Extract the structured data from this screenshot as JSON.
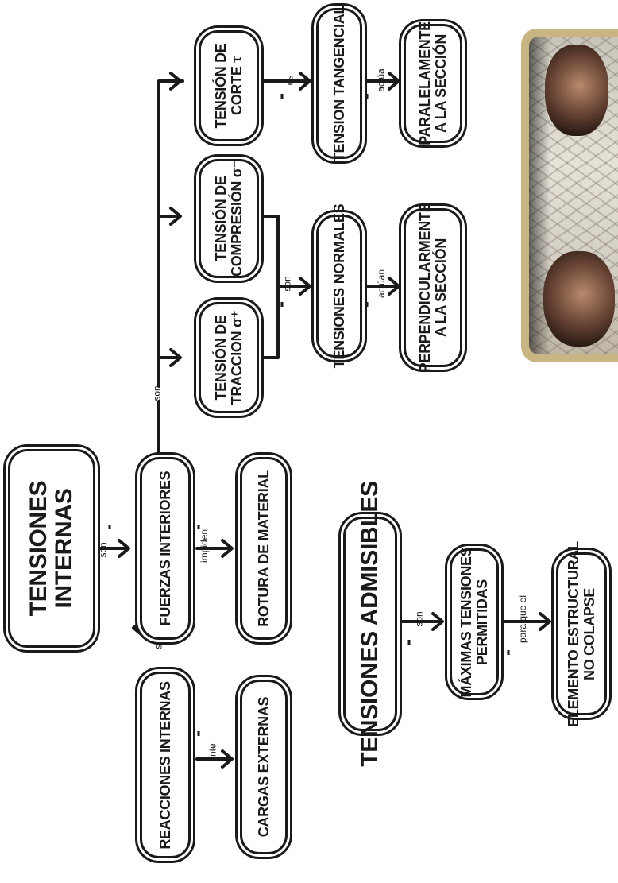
{
  "nodes": {
    "tensiones_internas": "TENSIONES\nINTERNAS",
    "fuerzas_interiores": "FUERZAS INTERIORES",
    "reacciones_internas": "REACCIONES INTERNAS",
    "cargas_externas": "CARGAS EXTERNAS",
    "rotura_material": "ROTURA DE MATERIAL",
    "traccion": "TENSIÓN DE\nTRACCION σ⁺",
    "compresion": "TENSIÓN DE\nCOMPRESIÓN σ⁻",
    "corte": "TENSIÓN DE\nCORTE τ",
    "tensiones_normales": "TENSIONES NORMALES",
    "tension_tangencial": "TENSION TANGENCIAL",
    "perpendicular": "PERPENDICULARMENTE\nA LA SECCIÓN",
    "paralela": "PARALELAMENTE\nA LA SECCIÓN",
    "tensiones_admisibles": "TENSIONES ADMISIBLES",
    "maximas": "MÁXIMAS TENSIONES\nPERMITIDAS",
    "elemento": "ELEMENTO ESTRUCTURAL\nNO COLAPSE"
  },
  "links": {
    "son_1": "son",
    "son_2": "son",
    "impiden": "impiden",
    "ante": "ante",
    "son_3": "son",
    "son_4": "son",
    "es": "es",
    "actuan": "actúan",
    "actua": "actúa",
    "son_5": "son",
    "para_que": "para que el"
  },
  "colors": {
    "ink": "#1a1a1a",
    "frame": "#c8b583"
  }
}
